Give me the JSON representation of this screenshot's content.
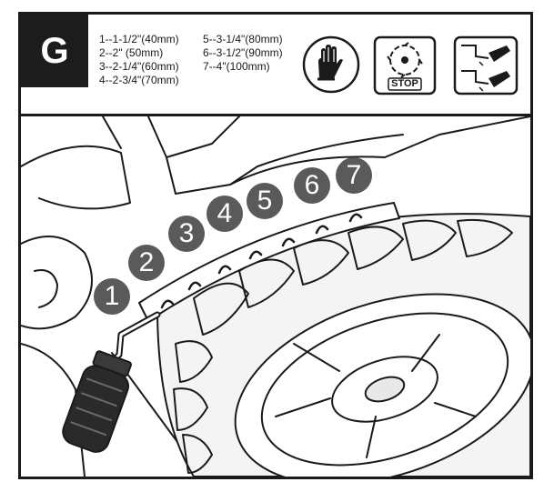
{
  "step_letter": "G",
  "heights": [
    {
      "label": "1--1-1/2\"(40mm)"
    },
    {
      "label": "2--2\" (50mm)"
    },
    {
      "label": "3--2-1/4\"(60mm)"
    },
    {
      "label": "4--2-3/4\"(70mm)"
    },
    {
      "label": "5--3-1/4\"(80mm)"
    },
    {
      "label": "6--3-1/2\"(90mm)"
    },
    {
      "label": "7--4\"(100mm)"
    }
  ],
  "icons": {
    "gloves": "gloves-icon",
    "stop": "blade-stop-icon",
    "stop_label": "STOP",
    "hands": "hands-lever-icon"
  },
  "markers": [
    "1",
    "2",
    "3",
    "4",
    "5",
    "6",
    "7"
  ],
  "colors": {
    "ink": "#1a1a1a",
    "marker_fill": "#5a5a5a",
    "marker_text": "#ffffff"
  }
}
